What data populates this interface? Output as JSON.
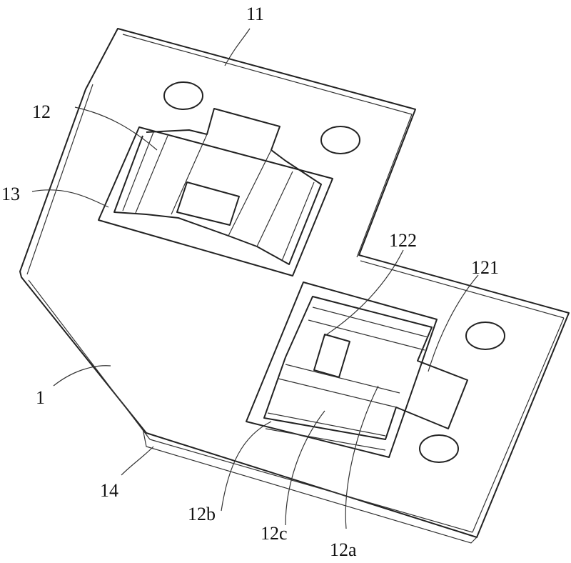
{
  "figure": {
    "labels": {
      "l11": "11",
      "l12": "12",
      "l13": "13",
      "l1": "1",
      "l14": "14",
      "l122": "122",
      "l121": "121",
      "l12b": "12b",
      "l12c": "12c",
      "l12a": "12a"
    },
    "colors": {
      "line": "#222222",
      "background": "#ffffff"
    }
  }
}
